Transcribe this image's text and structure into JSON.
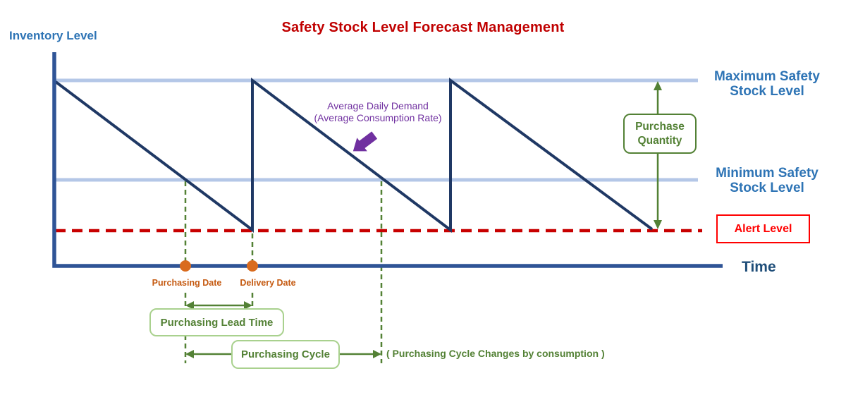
{
  "title": "Safety Stock Level Forecast Management",
  "axes": {
    "y_label": "Inventory Level",
    "x_label": "Time"
  },
  "levels": {
    "max_label": "Maximum Safety\nStock Level",
    "min_label": "Minimum Safety\nStock Level",
    "alert_label": "Alert Level"
  },
  "annotations": {
    "avg_demand": "Average Daily Demand\n(Average Consumption Rate)",
    "purchase_quantity": "Purchase\nQuantity",
    "purchasing_date": "Purchasing Date",
    "delivery_date": "Delivery Date",
    "lead_time": "Purchasing Lead Time",
    "cycle": "Purchasing Cycle",
    "cycle_note": "( Purchasing Cycle Changes by consumption )"
  },
  "diagram": {
    "type": "sawtooth-inventory-cycle",
    "teeth": 3,
    "events": [
      "Purchasing Date",
      "Delivery Date"
    ],
    "reference_lines": [
      "Maximum Safety Stock Level",
      "Minimum Safety Stock Level",
      "Alert Level"
    ]
  },
  "colors": {
    "title_red": "#C00000",
    "label_blue": "#2E74B5",
    "time_blue": "#1F4E79",
    "axis_blue": "#2F5496",
    "sawtooth_navy": "#1F3864",
    "level_light_blue": "#B4C7E7",
    "alert_line_red": "#C80000",
    "alert_box_red": "#FF0000",
    "green": "#538135",
    "light_green_border": "#A9D18E",
    "orange_text": "#C55A11",
    "orange_dot": "#D96B1E",
    "purple": "#7030A0"
  }
}
